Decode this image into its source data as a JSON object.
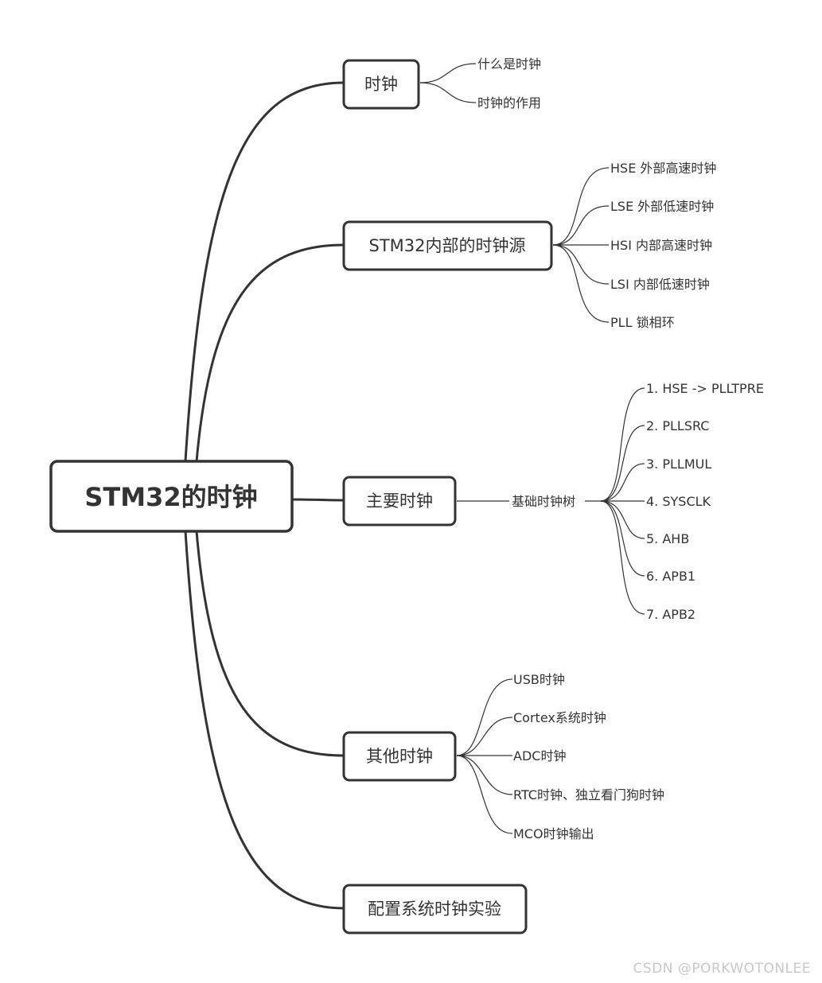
{
  "root": {
    "label": "STM32的时钟"
  },
  "branches": [
    {
      "label": "时钟",
      "children": [
        "什么是时钟",
        "时钟的作用"
      ]
    },
    {
      "label": "STM32内部的时钟源",
      "children": [
        "HSE 外部高速时钟",
        "LSE 外部低速时钟",
        "HSI 内部高速时钟",
        "LSI 内部低速时钟",
        "PLL 锁相环"
      ]
    },
    {
      "label": "主要时钟",
      "sub": {
        "label": "基础时钟树",
        "children": [
          "1. HSE -> PLLTPRE",
          "2. PLLSRC",
          "3. PLLMUL",
          "4. SYSCLK",
          "5. AHB",
          "6. APB1",
          "7. APB2"
        ]
      }
    },
    {
      "label": "其他时钟",
      "children": [
        "USB时钟",
        "Cortex系统时钟",
        "ADC时钟",
        "RTC时钟、独立看门狗时钟",
        "MCO时钟输出"
      ]
    },
    {
      "label": "配置系统时钟实验",
      "children": []
    }
  ],
  "watermark": "CSDN @PORKWOTONLEE"
}
